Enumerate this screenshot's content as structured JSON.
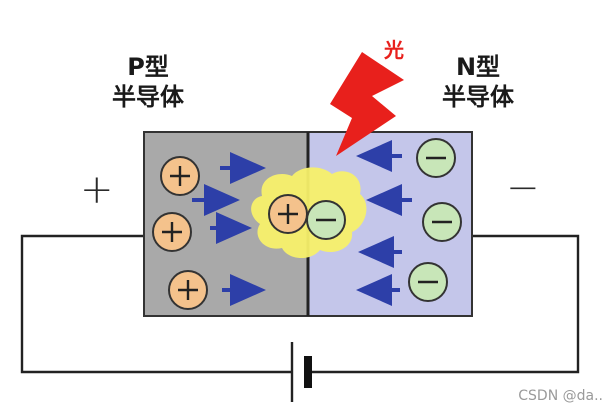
{
  "labels": {
    "p_type": "P型\n半导体",
    "p_type_line1": "P型",
    "p_type_line2": "半导体",
    "n_type_line1": "N型",
    "n_type_line2": "半导体",
    "light": "光",
    "positive_terminal": "+",
    "negative_terminal": "−"
  },
  "watermark": "CSDN @da..",
  "carriers": {
    "holes": 4,
    "electrons": 4,
    "hole_symbol": "+",
    "electron_symbol": "−"
  },
  "colors": {
    "p_region": "#a9a9a9",
    "n_region": "#c4c6ea",
    "hole": "#f4c28c",
    "electron": "#c8e6b8",
    "arrow": "#2d3fa8",
    "lightning": "#e8201c",
    "glow": "#f7f06a"
  }
}
